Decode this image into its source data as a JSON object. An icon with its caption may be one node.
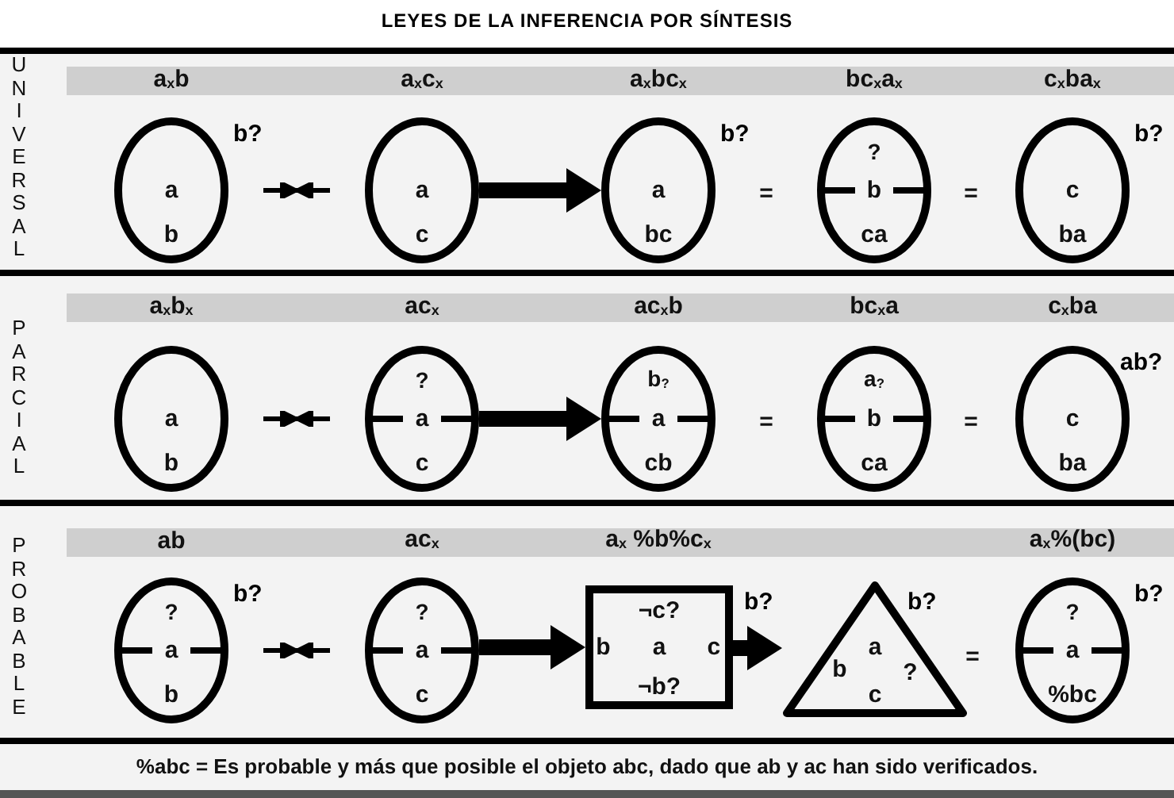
{
  "diagram": {
    "title": "LEYES DE LA INFERENCIA POR SÍNTESIS",
    "nodes": [
      {
        "text": [
          "UNIVERSAL"
        ]
      },
      {
        "text": [
          "a",
          "b"
        ],
        "in": 0,
        "beside": [
          "b?"
        ]
      },
      {
        "text": [
          "a",
          "c"
        ],
        "in": 0
      },
      {
        "text": [
          "a",
          "bc"
        ],
        "in": 0,
        "beside": [
          "b?"
        ]
      },
      {
        "text": [
          "?",
          "b",
          "ca"
        ],
        "in": 0
      },
      {
        "text": [
          "c",
          "ba"
        ],
        "in": 0,
        "beside": [
          "b?"
        ]
      },
      {
        "text": [
          "PARCIAL"
        ]
      },
      {
        "text": [
          "a",
          "b"
        ],
        "in": 6
      },
      {
        "text": [
          "?",
          "a",
          "c"
        ],
        "in": 6
      },
      {
        "text": [
          "b$_{?}$",
          "a",
          "cb"
        ],
        "in": 6
      },
      {
        "text": [
          "a$_{?}$",
          "b",
          "ca"
        ],
        "in": 6
      },
      {
        "text": [
          "c",
          "ba"
        ],
        "in": 6,
        "beside": [
          "ab?"
        ]
      },
      {
        "text": [
          "PROBABLE"
        ]
      },
      {
        "text": [
          "?",
          "a",
          "b"
        ],
        "in": 12,
        "beside": [
          "b?"
        ]
      },
      {
        "text": [
          "?",
          "a",
          "c"
        ],
        "in": 12
      },
      {
        "text": [
          "¬c?",
          "b",
          "a",
          "c",
          "¬b?"
        ],
        "in": 12,
        "beside": [
          "b?"
        ]
      },
      {
        "text": [
          "a",
          "b",
          "?",
          "c"
        ],
        "in": 12,
        "beside": [
          "b?"
        ]
      },
      {
        "text": [
          "?",
          "a",
          "%bc"
        ],
        "in": 12,
        "beside": [
          "b?"
        ]
      }
    ],
    "edges": [
      {
        "from": 2,
        "to": 3,
        "arrow": "to"
      },
      {
        "from": 8,
        "to": 9,
        "arrow": "to"
      },
      {
        "from": 14,
        "to": 15,
        "arrow": "to"
      },
      {
        "from": 15,
        "to": 16,
        "arrow": "to"
      }
    ],
    "labels": [
      "a$_{x}$b",
      "a$_{x}$c$_{x}$",
      "a$_{x}$bc$_{x}$",
      "bc$_{x}$a$_{x}$",
      "c$_{x}$ba$_{x}$",
      "=",
      "=",
      "a$_{x}$b$_{x}$",
      "ac$_{x}$",
      "ac$_{x}$b",
      "bc$_{x}$a",
      "c$_{x}$ba",
      "=",
      "=",
      "ab",
      "ac$_{x}$",
      "a$_{x}$ %b%c$_{x}$",
      "a$_{x}$%(bc)",
      "=",
      "%abc = Es probable y más que posible el objeto abc, dado que ab y ac han sido verificados."
    ]
  }
}
